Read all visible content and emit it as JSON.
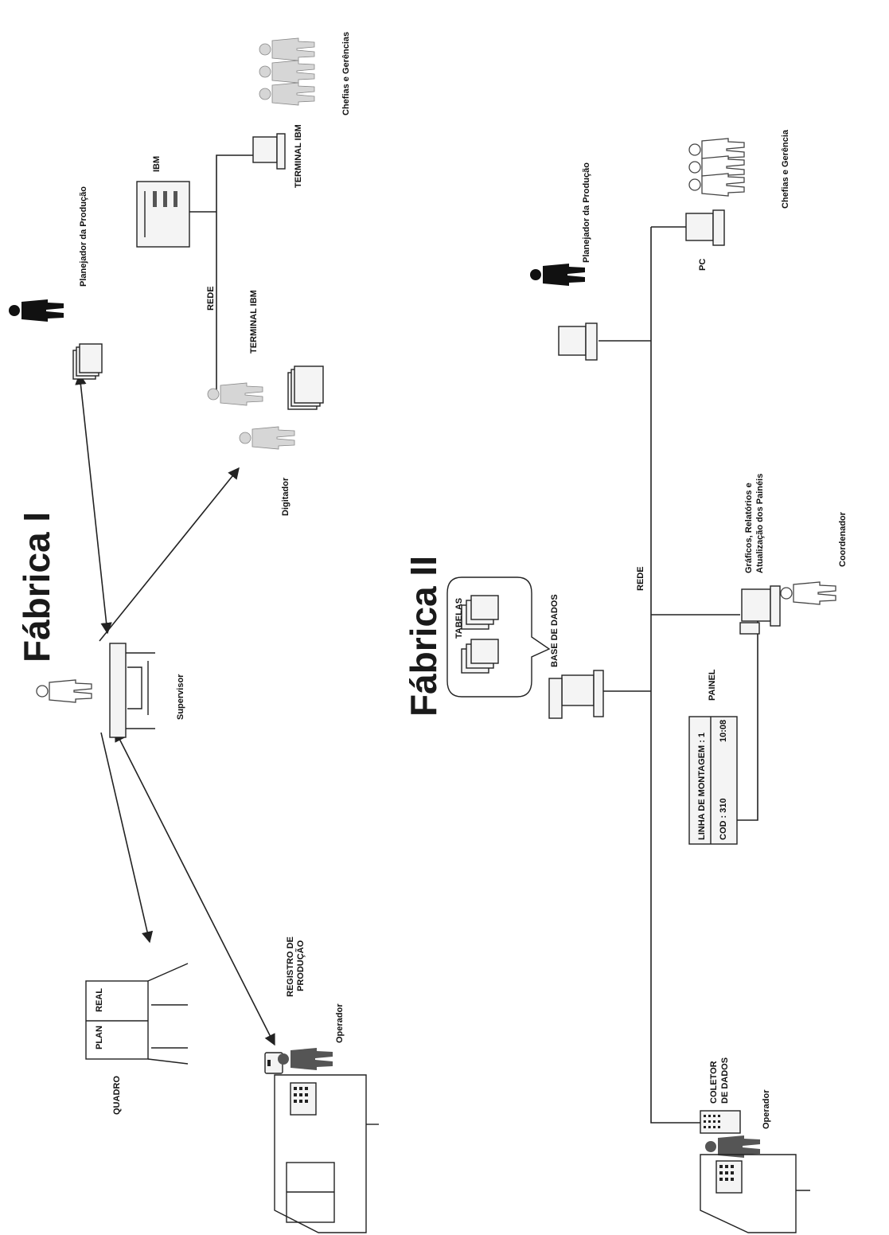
{
  "factory1": {
    "title": "Fábrica I",
    "labels": {
      "quadro": "QUADRO",
      "plan": "PLAN",
      "real": "REAL",
      "supervisor": "Supervisor",
      "registro_line1": "REGISTRO DE",
      "registro_line2": "PRODUÇÃO",
      "operador": "Operador",
      "planejador": "Planejador da Produção",
      "digitador": "Digitador",
      "terminal_ibm_1": "TERMINAL IBM",
      "rede": "REDE",
      "ibm": "IBM",
      "terminal_ibm_2": "TERMINAL IBM",
      "chefias": "Chefias e Gerências"
    }
  },
  "factory2": {
    "title": "Fábrica II",
    "labels": {
      "tabelas": "TABELAS",
      "base_de_dados": "BASE DE DADOS",
      "rede": "REDE",
      "painel": "PAINEL",
      "painel_line1": "LINHA DE MONTAGEM : 1",
      "painel_cod": "COD : 310",
      "painel_time": "10:08",
      "coletor_line1": "COLETOR",
      "coletor_line2": "DE DADOS",
      "operador": "Operador",
      "graficos_line1": "Gráficos, Relatórios e",
      "graficos_line2": "Atualização dos Painéis",
      "coordenador": "Coordenador",
      "planejador": "Planejador da Produção",
      "pc": "PC",
      "chefias": "Chefias e Gerência"
    }
  }
}
